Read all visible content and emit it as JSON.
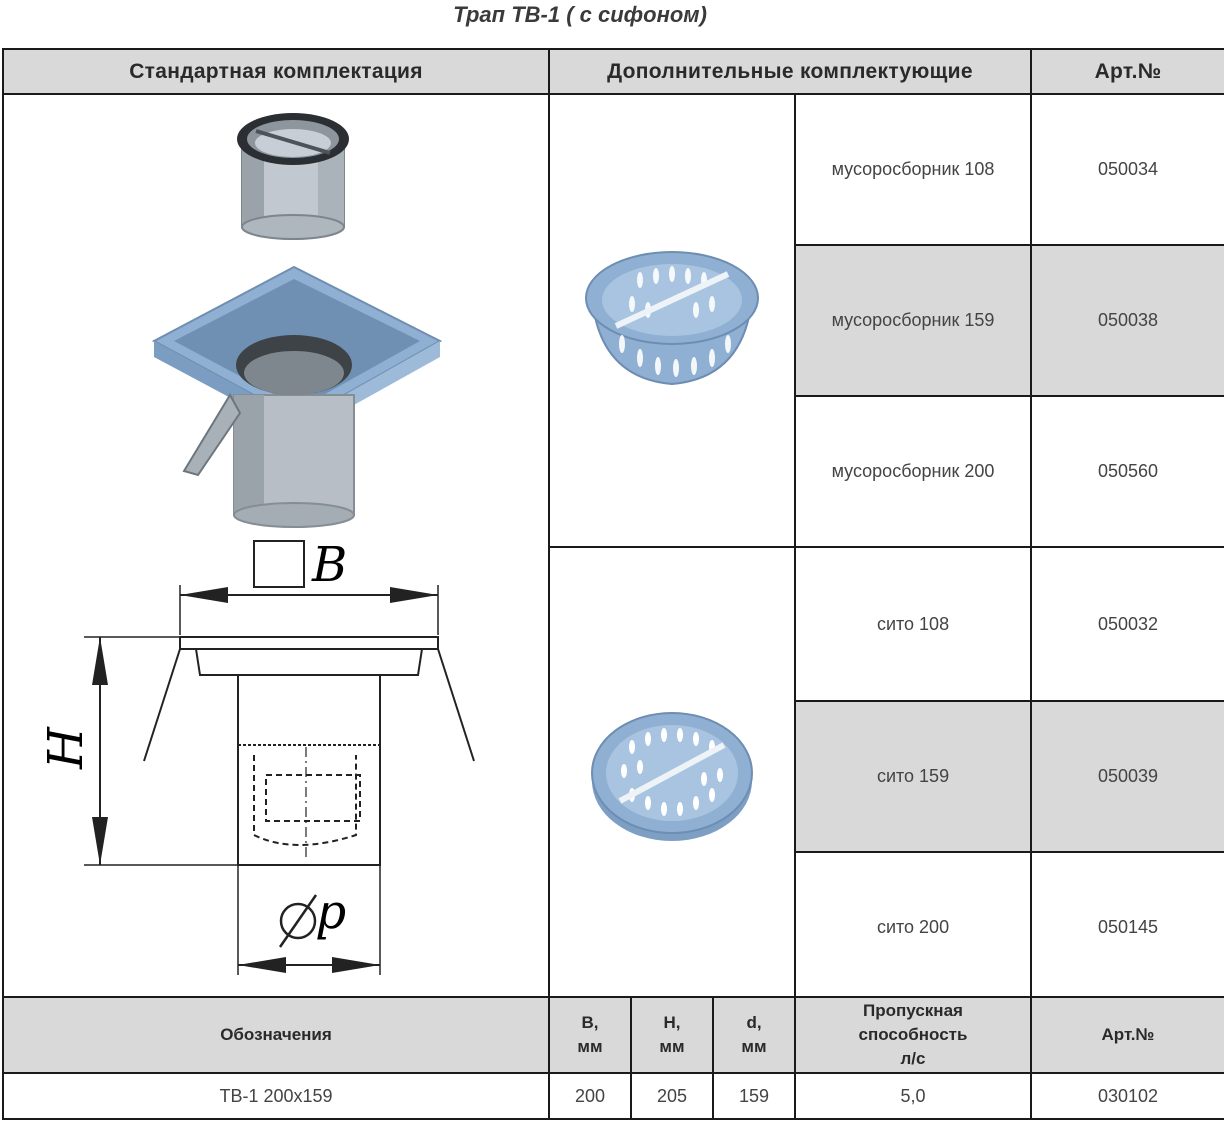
{
  "title": "Трап ТВ-1 ( с сифоном)",
  "main_header": {
    "standard": "Стандартная комплектация",
    "additional": "Дополнительные комплектующие",
    "article": "Арт.№"
  },
  "accessories": [
    {
      "name": "мусоросборник 108",
      "article": "050034"
    },
    {
      "name": "мусоросборник 159",
      "article": "050038"
    },
    {
      "name": "мусоросборник 200",
      "article": "050560"
    },
    {
      "name": "сито 108",
      "article": "050032"
    },
    {
      "name": "сито 159",
      "article": "050039"
    },
    {
      "name": "сито 200",
      "article": "050145"
    }
  ],
  "drawing_labels": {
    "b": "B",
    "h": "H",
    "d": "d"
  },
  "spec_header": {
    "designation": "Обозначения",
    "b_line1": "B,",
    "b_line2": "мм",
    "h_line1": "H,",
    "h_line2": "мм",
    "d_line1": "d,",
    "d_line2": "мм",
    "capacity_line1": "Пропускная",
    "capacity_line2": "способность",
    "capacity_line3": "л/с",
    "article": "Арт.№"
  },
  "spec_row": {
    "designation": "ТВ-1 200х159",
    "b": "200",
    "h": "205",
    "d": "159",
    "capacity": "5,0",
    "article": "030102"
  },
  "colors": {
    "header_bg": "#d9d9d9",
    "part_blue": "#8fb0d2",
    "steel": "#b9c0c7"
  }
}
